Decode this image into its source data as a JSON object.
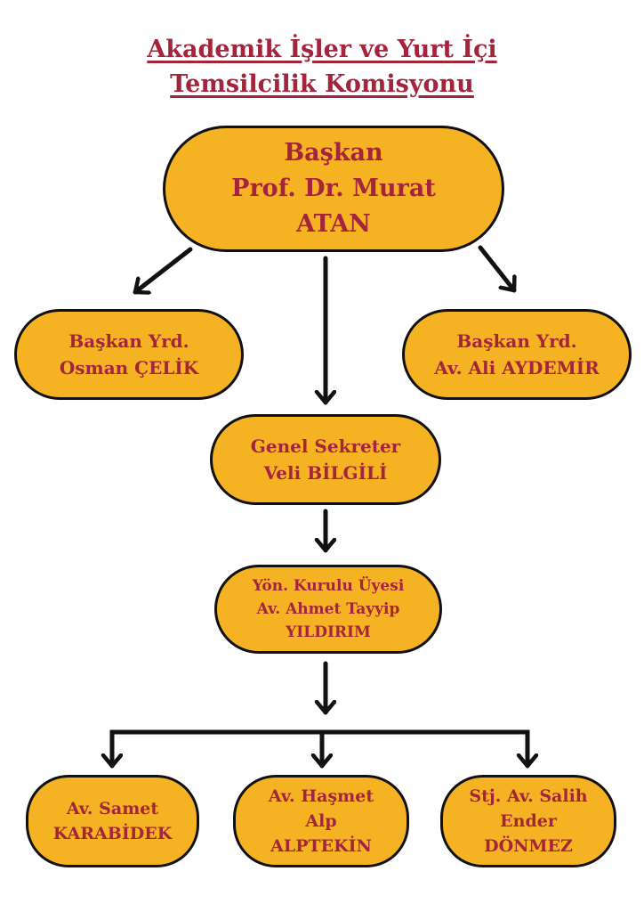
{
  "title": {
    "line1": "Akademik İşler ve Yurt İçi",
    "line2": "Temsilcilik Komisyonu"
  },
  "colors": {
    "box_fill": "#f5b324",
    "text": "#a3243b",
    "outline": "#111111"
  },
  "nodes": {
    "president": {
      "role": "Başkan",
      "name_line1": "Prof. Dr. Murat",
      "name_line2": "ATAN"
    },
    "vice_left": {
      "role": "Başkan Yrd.",
      "name": "Osman ÇELİK"
    },
    "vice_right": {
      "role": "Başkan Yrd.",
      "name": "Av. Ali AYDEMİR"
    },
    "secretary": {
      "role": "Genel Sekreter",
      "name": "Veli BİLGİLİ"
    },
    "board": {
      "role": "Yön. Kurulu Üyesi",
      "name_line1": "Av. Ahmet Tayyip",
      "name_line2": "YILDIRIM"
    },
    "member_left": {
      "line1": "Av. Samet",
      "line2": "KARABİDEK"
    },
    "member_center": {
      "line1": "Av. Haşmet",
      "line2": "Alp",
      "line3": "ALPTEKİN"
    },
    "member_right": {
      "line1": "Stj. Av. Salih",
      "line2": "Ender",
      "line3": "DÖNMEZ"
    }
  }
}
